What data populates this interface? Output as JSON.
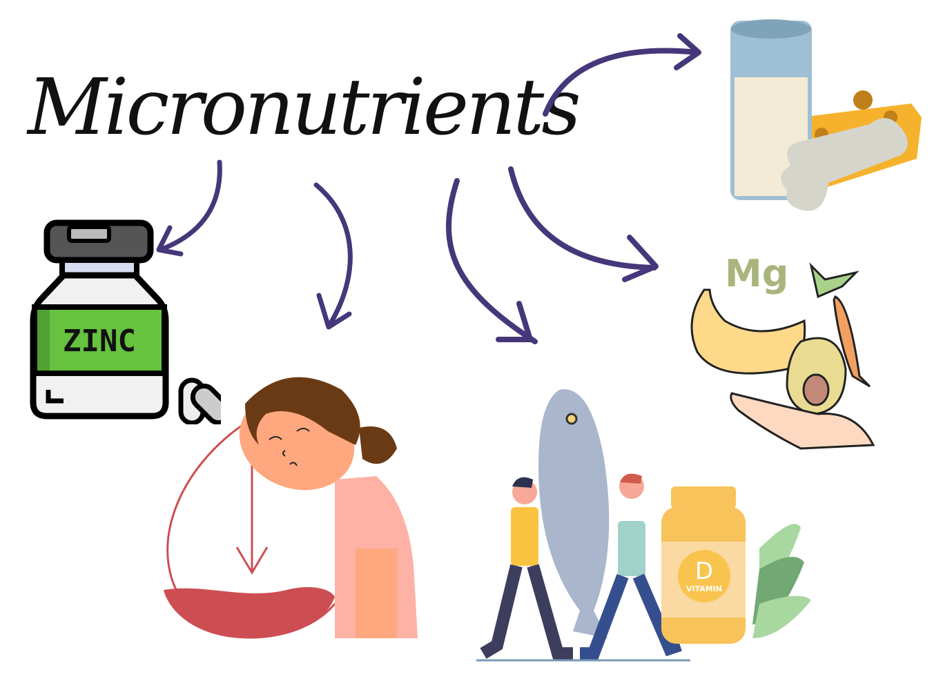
{
  "title": "Micronutrients",
  "colors": {
    "arrow": "#45377a",
    "title": "#111111",
    "zinc_label": "#66c23f",
    "zinc_label_dark": "#52a030",
    "anemia_red": "#cd4e52",
    "mg_text": "#a9b57d",
    "vitamin_d_bottle": "#f7c35a",
    "vitamin_d_label": "#fbd9a3",
    "milk_glass": "#9ebfd4",
    "cheese": "#f6b22c",
    "bone": "#d6d5cc",
    "fish": "#a9b6cc"
  },
  "nodes": [
    {
      "id": "zinc",
      "label": "ZINC",
      "description": "zinc supplement bottle with capsules"
    },
    {
      "id": "iron",
      "label": "",
      "description": "fatigued girl with low blood level drop (iron deficiency)"
    },
    {
      "id": "vitamin-d",
      "label": "D",
      "sublabel": "VITAMIN",
      "description": "people carrying fish next to vitamin D bottle"
    },
    {
      "id": "magnesium",
      "label": "Mg",
      "description": "banana, carrot and avocado in hand"
    },
    {
      "id": "calcium",
      "label": "",
      "description": "glass of milk, cheese and bone"
    }
  ],
  "edges": [
    {
      "from": "title",
      "to": "zinc"
    },
    {
      "from": "title",
      "to": "iron"
    },
    {
      "from": "title",
      "to": "vitamin-d"
    },
    {
      "from": "title",
      "to": "magnesium"
    },
    {
      "from": "title",
      "to": "calcium"
    }
  ]
}
